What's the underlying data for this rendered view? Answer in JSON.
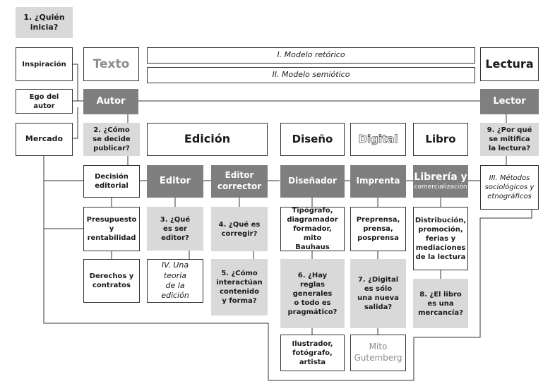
{
  "questions": {
    "q1": "1. ¿Quién\ninicia?",
    "q2": "2. ¿Cómo\nse decide\npublicar?",
    "q3": "3. ¿Qué\nes ser\neditor?",
    "q4": "4. ¿Qué es\ncorregir?",
    "q5": "5. ¿Cómo\ninteractúan\ncontenido\ny forma?",
    "q6": "6. ¿Hay\nreglas\ngenerales\no todo es\npragmático?",
    "q7": "7. ¿Digital\nes sólo\nuna nueva\nsalida?",
    "q8": "8. ¿El libro\nes una\nmercancía?",
    "q9": "9. ¿Por qué\nse mitifica\nla lectura?"
  },
  "origins": {
    "inspiracion": "Inspiración",
    "ego": "Ego del\nautor",
    "mercado": "Mercado"
  },
  "header": {
    "texto": "Texto",
    "lectura": "Lectura",
    "modelo_retorico": "I. Modelo retórico",
    "modelo_semiotico": "II. Modelo semiótico"
  },
  "roles": {
    "autor": "Autor",
    "lector": "Lector",
    "editor": "Editor",
    "editor_corrector": "Editor\ncorrector",
    "disenador": "Diseñador",
    "imprenta": "Imprenta",
    "libreria": "Librería y",
    "comercializacion": "comercialización"
  },
  "stages": {
    "edicion": "Edición",
    "diseno": "Diseño",
    "digital": "Digital",
    "libro": "Libro"
  },
  "details": {
    "decision": "Decisión\neditorial",
    "presupuesto": "Presupuesto\ny\nrentabilidad",
    "derechos": "Derechos y\ncontratos",
    "teoria": "IV. Una teoría\nde la\nedición",
    "tipografo": "Tipógrafo,\ndiagramador\nformador, mito\nBauhaus",
    "ilustrador": "Ilustrador,\nfotógrafo,\nartista",
    "preprensa": "Preprensa,\nprensa,\nposprensa",
    "mito_gutemberg": "Mito\nGutemberg",
    "distribucion": "Distribución,\npromoción,\nferias y\nmediaciones\nde la lectura",
    "metodos": "III. Métodos\nsociológicos y\netnográficos"
  }
}
